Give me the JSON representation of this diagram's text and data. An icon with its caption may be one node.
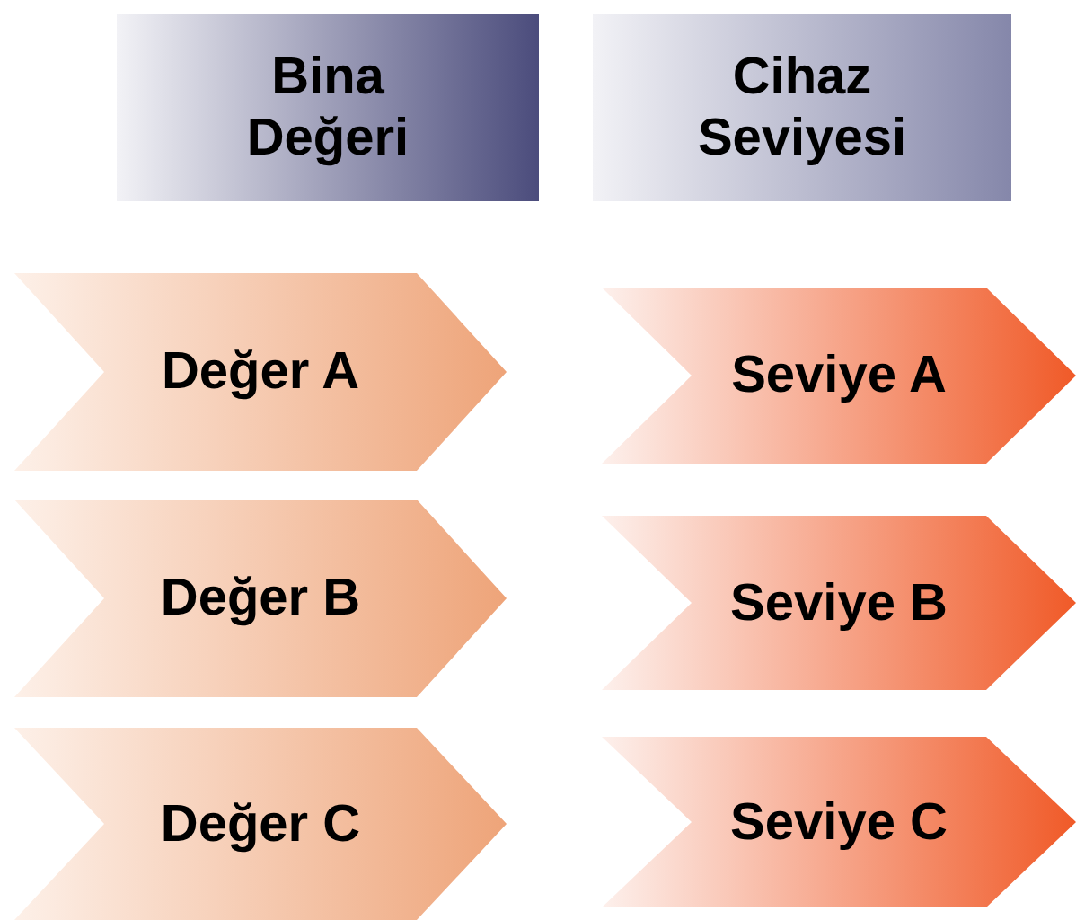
{
  "diagram": {
    "nodes": [
      {
        "text": [
          "Bina Değeri"
        ]
      },
      {
        "text": [
          "Cihaz Seviyesi"
        ]
      },
      {
        "text": [
          "Değer A"
        ]
      },
      {
        "text": [
          "Seviye A"
        ]
      },
      {
        "text": [
          "Değer B"
        ]
      },
      {
        "text": [
          "Seviye B"
        ]
      },
      {
        "text": [
          "Değer C"
        ]
      },
      {
        "text": [
          "Seviye C"
        ]
      }
    ]
  }
}
